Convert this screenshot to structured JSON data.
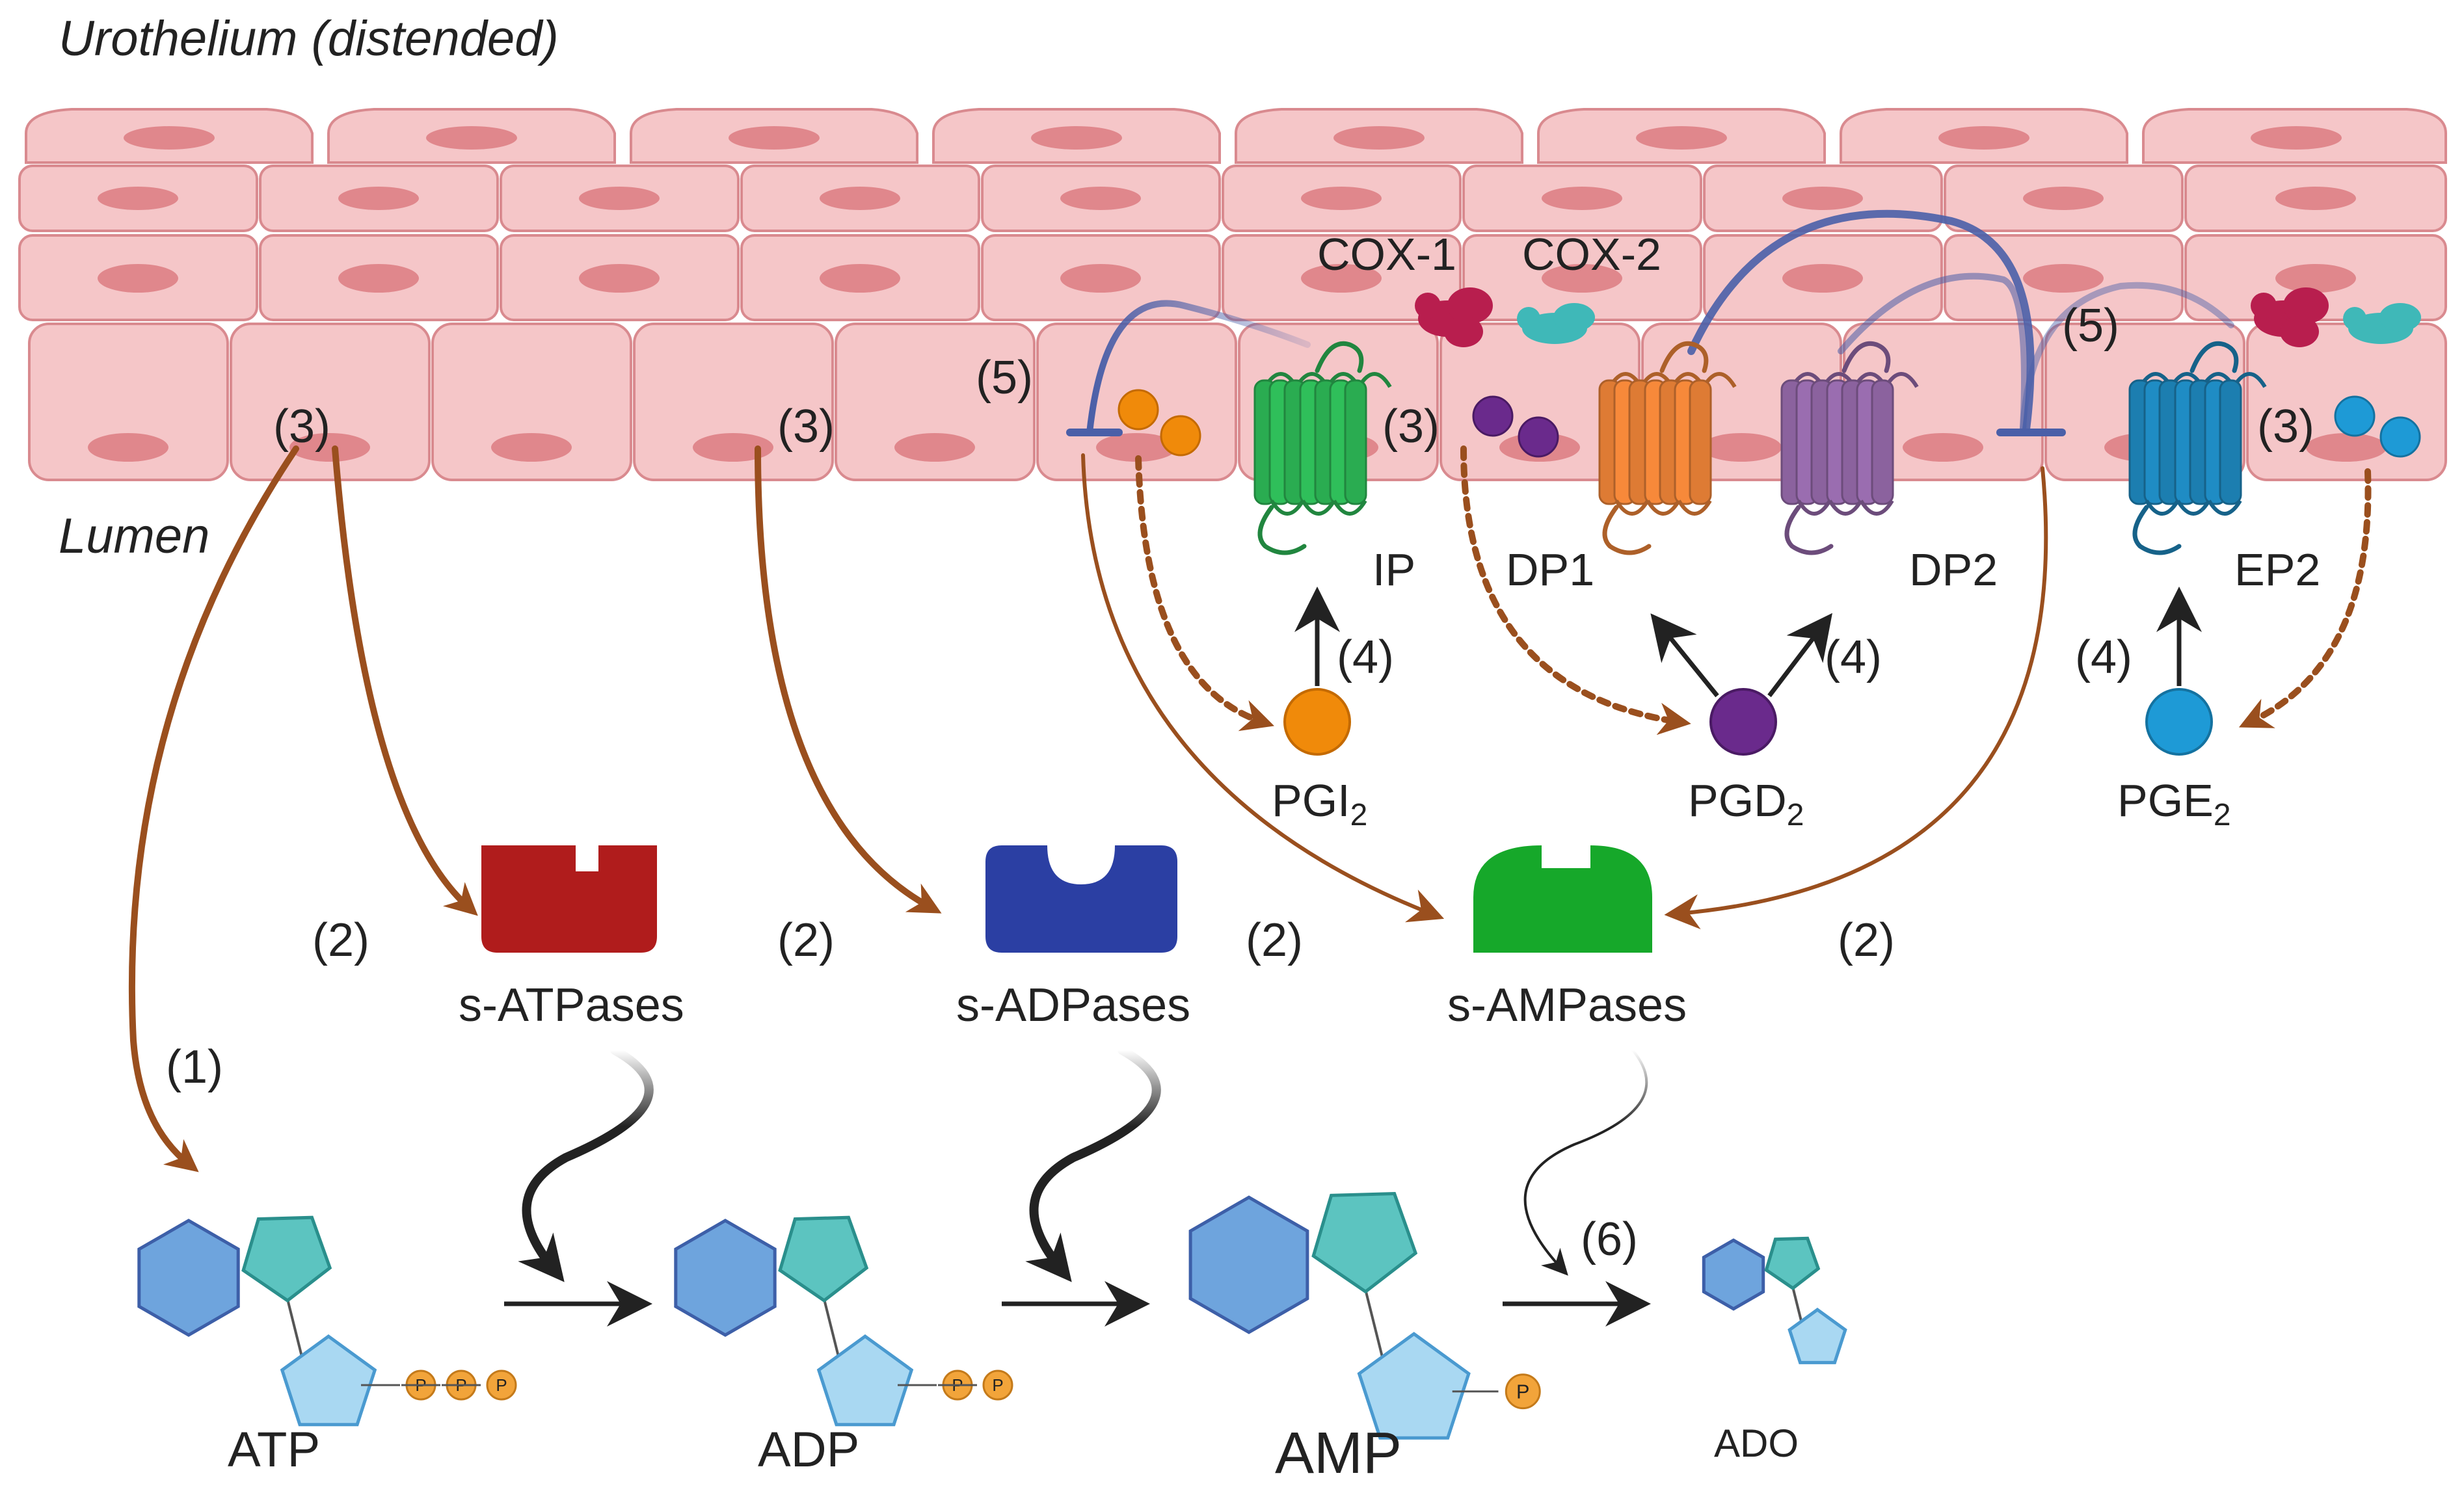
{
  "labels": {
    "tissue": "Urothelium (distended)",
    "lumen": "Lumen",
    "cox1": "COX-1",
    "cox2": "COX-2",
    "step1": "(1)",
    "step2": "(2)",
    "step3": "(3)",
    "step4": "(4)",
    "step5": "(5)",
    "step6": "(6)"
  },
  "receptors": {
    "ip": "IP",
    "dp1": "DP1",
    "dp2": "DP2",
    "ep2": "EP2"
  },
  "prostaglandins": {
    "pgi_main": "PGI",
    "pgd_main": "PGD",
    "pge_main": "PGE",
    "sub": "2"
  },
  "enzymes": {
    "atpase": "s-ATPases",
    "adpase": "s-ADPases",
    "ampase": "s-AMPases"
  },
  "nucleotides": {
    "atp": "ATP",
    "adp": "ADP",
    "amp": "AMP",
    "ado": "ADO",
    "phosphate": "P"
  },
  "colors": {
    "cell_fill": "#f5c6c8",
    "cell_stroke": "#d98a8f",
    "nucleus": "#e0878c",
    "brown_arrow": "#9a4f1e",
    "inhibit_blue": "#4a5fa8",
    "ip_green": "#2fbf5a",
    "dp1_orange": "#f7893a",
    "dp2_purple": "#9a6db0",
    "ep2_blue": "#1f8cc4",
    "atpase_red": "#b01c1c",
    "adpase_blue": "#2b3fa3",
    "ampase_green": "#16a82a",
    "cox1_crimson": "#b81e4e",
    "cox2_teal": "#3fb8b8",
    "pgi_orange": "#f08a0a",
    "pgd_purple": "#6a2a8c",
    "pge_blue": "#1e9ad6"
  },
  "icons": [
    "cox1-enzyme-icon",
    "cox2-enzyme-icon",
    "gpcr-receptor-icon",
    "enzyme-block-icon",
    "nucleotide-molecule-icon"
  ]
}
